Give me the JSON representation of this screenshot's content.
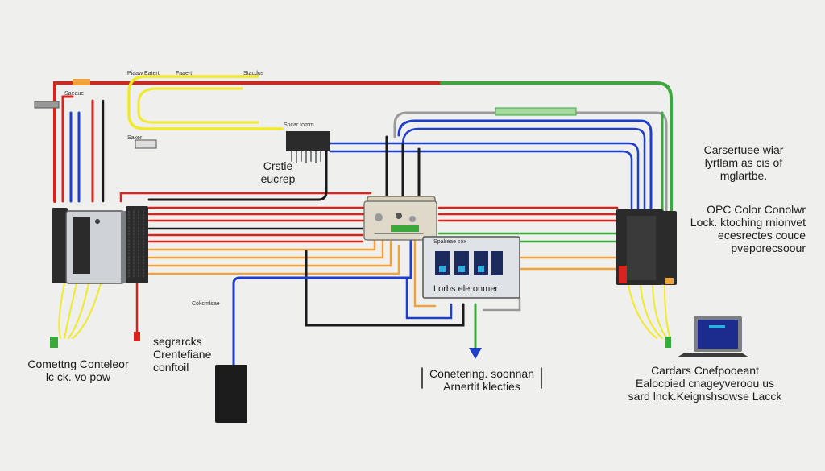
{
  "colors": {
    "background": "#efefed",
    "wire_red": "#d9231f",
    "wire_blue": "#1f3fc9",
    "wire_green": "#3aa83a",
    "wire_yellow": "#f0ea2a",
    "wire_orange": "#f2a23a",
    "wire_black": "#1a1a1a",
    "wire_gray": "#9a9a9a",
    "device_dark": "#2b2b2b"
  },
  "labels": {
    "top_small_left": "Piaaw Eatert",
    "top_small_mid": "Faaert",
    "top_small_right": "Stacdus",
    "top_small_connector": "Saeaue",
    "mid_small_a": "Sncar tomm",
    "mid_small_b": "Saxer",
    "center_top_line1": "Crstie",
    "center_top_line2": "eucrep",
    "panel_top": "Spalreae sox",
    "panel_bottom": "Lorbs eleronmer",
    "left_lower_line1": "segrarcks",
    "left_lower_line2": "Crentefiane",
    "left_lower_line3": "conftoil",
    "left_small_box": "Cokcmlsae",
    "left_bottom_line1": "Comettng Conteleor",
    "left_bottom_line2": "lc ck. vo pow",
    "center_bottom_line1": "Conetering. soonnan",
    "center_bottom_line2": "Arnertit klecties",
    "right_top_line1": "Carsertuee wiar",
    "right_top_line2": "lyrtlam as cis of",
    "right_top_line3": "mglartbe.",
    "right_mid_line1": "OPC Color Conolwr",
    "right_mid_line2": "Lock. ktoching rnionvet",
    "right_mid_line3": "ecesrectes couce",
    "right_mid_line4": "pveporecsoour",
    "right_bottom_line1": "Cardars Cnefpooeant",
    "right_bottom_line2": "Ealocpied cnageyveroou us",
    "right_bottom_line3": "sard lnck.Keignshsowse Lacck"
  },
  "icons": [
    "connector-plug-icon",
    "laptop-icon",
    "terminal-block-icon",
    "fuse-block-icon"
  ]
}
